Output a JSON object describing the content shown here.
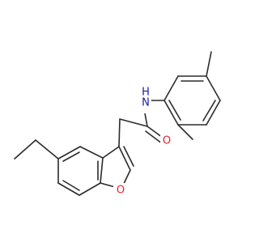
{
  "atoms": {
    "nitrogen": "N",
    "nitrogen_h": "H",
    "carbonyl_oxygen": "O",
    "furan_oxygen": "O"
  },
  "colors": {
    "bond": "#2b2b2b",
    "oxygen": "#e8202a",
    "nitrogen": "#1a1aa8",
    "background": "#ffffff"
  }
}
